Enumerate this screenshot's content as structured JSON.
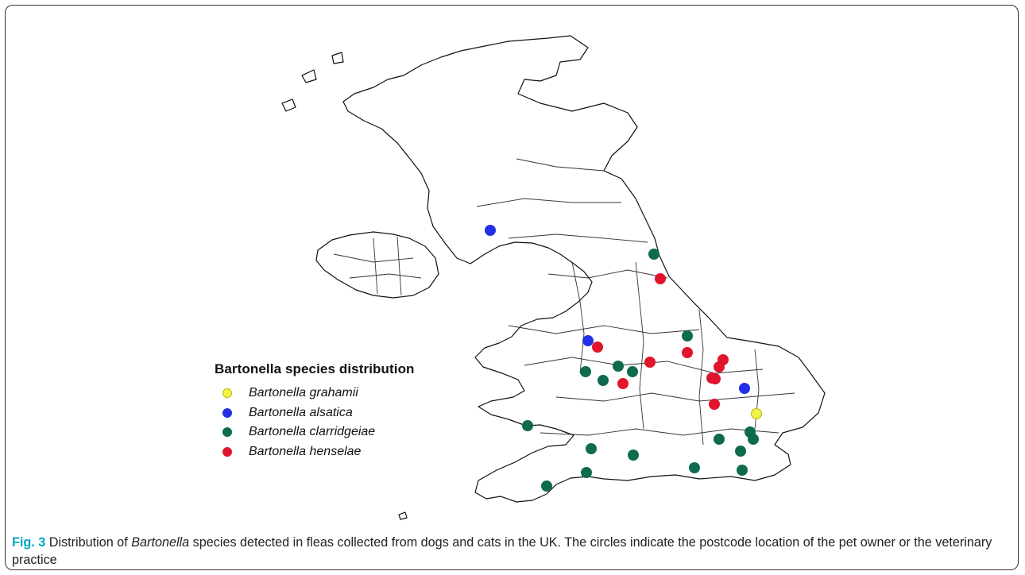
{
  "legend": {
    "title": "Bartonella species distribution",
    "items": [
      {
        "label": "Bartonella grahamii",
        "color": "#f0f24a",
        "stroke": "#b7b800",
        "key": "grahamii"
      },
      {
        "label": "Bartonella alsatica",
        "color": "#2430e6",
        "stroke": "#2430e6",
        "key": "alsatica"
      },
      {
        "label": "Bartonella clarridgeiae",
        "color": "#0e6b4f",
        "stroke": "#0e6b4f",
        "key": "clarridgeiae"
      },
      {
        "label": "Bartonella henselae",
        "color": "#e0142b",
        "stroke": "#e0142b",
        "key": "henselae"
      }
    ]
  },
  "caption": {
    "fig_label": "Fig. 3",
    "text_before": " Distribution of ",
    "italic": "Bartonella",
    "text_after": " species detected in fleas collected from dogs and cats in the UK. The circles indicate the postcode location of the pet owner or the veterinary practice"
  }
}
